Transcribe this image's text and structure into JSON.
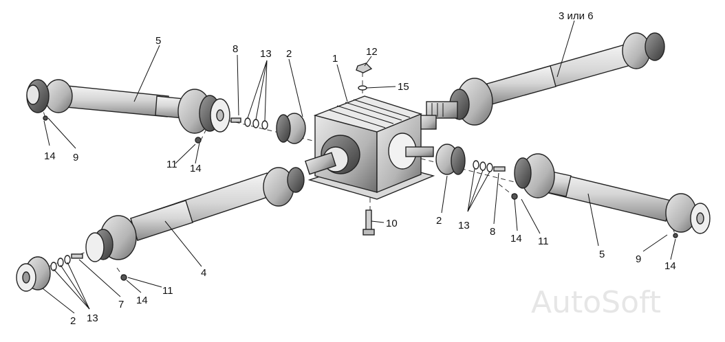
{
  "watermark": "AutoSoft",
  "callouts": [
    {
      "id": "5-left",
      "text": "5"
    },
    {
      "id": "8-top",
      "text": "8"
    },
    {
      "id": "13-top",
      "text": "13"
    },
    {
      "id": "2-top",
      "text": "2"
    },
    {
      "id": "1",
      "text": "1"
    },
    {
      "id": "12",
      "text": "12"
    },
    {
      "id": "15",
      "text": "15"
    },
    {
      "id": "3-or-6",
      "text": "3 или 6"
    },
    {
      "id": "14-left",
      "text": "14"
    },
    {
      "id": "9-left",
      "text": "9"
    },
    {
      "id": "11-mid",
      "text": "11"
    },
    {
      "id": "14-mid",
      "text": "14"
    },
    {
      "id": "10",
      "text": "10"
    },
    {
      "id": "2-mid",
      "text": "2"
    },
    {
      "id": "13-mid",
      "text": "13"
    },
    {
      "id": "8-mid",
      "text": "8"
    },
    {
      "id": "14-right",
      "text": "14"
    },
    {
      "id": "11-right",
      "text": "11"
    },
    {
      "id": "5-right",
      "text": "5"
    },
    {
      "id": "9-right",
      "text": "9"
    },
    {
      "id": "14-far-right",
      "text": "14"
    },
    {
      "id": "4",
      "text": "4"
    },
    {
      "id": "7",
      "text": "7"
    },
    {
      "id": "14-bottom",
      "text": "14"
    },
    {
      "id": "11-bottom",
      "text": "11"
    },
    {
      "id": "2-bottom",
      "text": "2"
    },
    {
      "id": "13-bottom",
      "text": "13"
    }
  ]
}
